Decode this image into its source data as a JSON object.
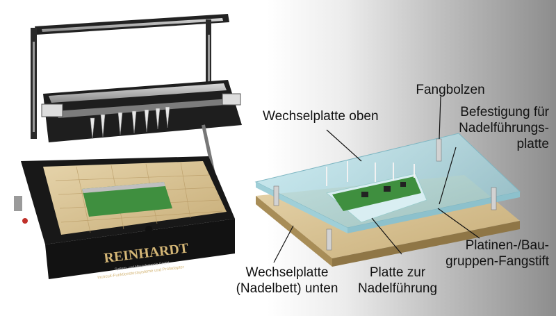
{
  "photo": {
    "brand_text": "REINHARDT",
    "small_text_1": "System- und Messelectronic GmbH",
    "small_text_2": "Incircuit-Funktionstestsysteme und Prüfadapter"
  },
  "labels": {
    "fangbolzen": [
      "Fangbolzen"
    ],
    "befestigung": [
      "Befestigung für",
      "Nadelführungs-",
      "platte"
    ],
    "wechselplatte_oben": [
      "Wechselplatte oben"
    ],
    "platinen_fangstift": [
      "Platinen-/Bau-",
      "gruppen-Fangstift"
    ],
    "platte_nadelfuehrung": [
      "Platte zur",
      "Nadelführung"
    ],
    "wechselplatte_unten": [
      "Wechselplatte",
      "(Nadelbett) unten"
    ]
  },
  "colors": {
    "frame": "#1b1b1b",
    "base_board": "#d9c59a",
    "glass_plate": "#a9d8e0",
    "pcb": "#3f8f3f",
    "brand_gold": "#d4b676"
  }
}
